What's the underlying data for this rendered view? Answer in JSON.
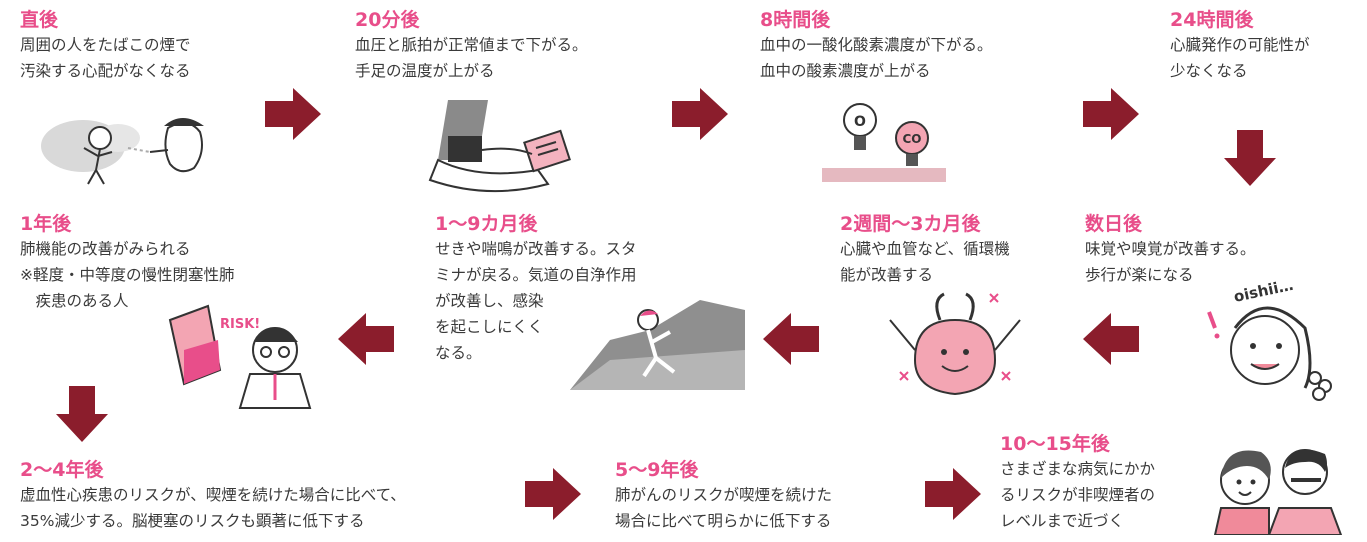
{
  "steps": [
    {
      "title": "直後",
      "lines": [
        "周囲の人をたばこの煙で",
        "汚染する心配がなくなる"
      ]
    },
    {
      "title": "20分後",
      "lines": [
        "血圧と脈拍が正常値まで下がる。",
        "手足の温度が上がる"
      ]
    },
    {
      "title": "8時間後",
      "lines": [
        "血中の一酸化酸素濃度が下がる。",
        "血中の酸素濃度が上がる"
      ]
    },
    {
      "title": "24時間後",
      "lines": [
        "心臓発作の可能性が",
        "少なくなる"
      ]
    },
    {
      "title": "数日後",
      "lines": [
        "味覚や嗅覚が改善する。",
        "歩行が楽になる"
      ]
    },
    {
      "title": "2週間〜3カ月後",
      "lines": [
        "心臓や血管など、循環機",
        "能が改善する"
      ]
    },
    {
      "title": "1〜9カ月後",
      "lines": [
        "せきや喘鳴が改善する。スタ",
        "ミナが戻る。気道の自浄作用",
        "が改善し、感染",
        "を起こしにくく",
        "なる。"
      ]
    },
    {
      "title": "1年後",
      "lines": [
        "肺機能の改善がみられる",
        "※軽度・中等度の慢性閉塞性肺",
        "　疾患のある人"
      ]
    },
    {
      "title": "2〜4年後",
      "lines": [
        "虚血性心疾患のリスクが、喫煙を続けた場合に比べて、",
        "35%減少する。脳梗塞のリスクも顕著に低下する"
      ]
    },
    {
      "title": "5〜9年後",
      "lines": [
        "肺がんのリスクが喫煙を続けた",
        "場合に比べて明らかに低下する"
      ]
    },
    {
      "title": "10〜15年後",
      "lines": [
        "さまざまな病気にかか",
        "るリスクが非喫煙者の",
        "レベルまで近づく"
      ]
    }
  ],
  "illustrations": {
    "bulb_o_label": "O",
    "bulb_co_label": "CO",
    "risk_label": "RISK!",
    "oishii_label": "oishii…"
  },
  "colors": {
    "title": "#e84e8a",
    "arrow": "#8b1d2c",
    "text": "#3a3a3a",
    "pink": "#f08a9a"
  }
}
